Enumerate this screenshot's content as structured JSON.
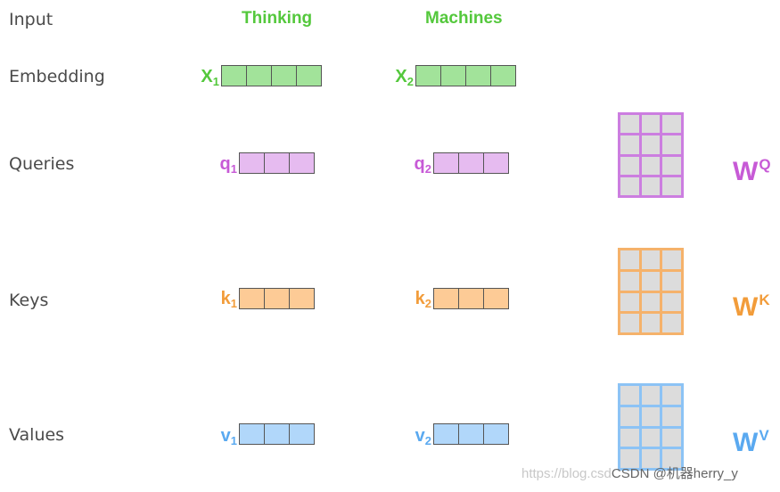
{
  "rows": {
    "input": "Input",
    "embedding": "Embedding",
    "queries": "Queries",
    "keys": "Keys",
    "values": "Values"
  },
  "words": [
    "Thinking",
    "Machines"
  ],
  "vectors": {
    "x1": {
      "base": "X",
      "sub": "1"
    },
    "x2": {
      "base": "X",
      "sub": "2"
    },
    "q1": {
      "base": "q",
      "sub": "1"
    },
    "q2": {
      "base": "q",
      "sub": "2"
    },
    "k1": {
      "base": "k",
      "sub": "1"
    },
    "k2": {
      "base": "k",
      "sub": "2"
    },
    "v1": {
      "base": "v",
      "sub": "1"
    },
    "v2": {
      "base": "v",
      "sub": "2"
    }
  },
  "weights": {
    "wq": {
      "base": "W",
      "sup": "Q"
    },
    "wk": {
      "base": "W",
      "sup": "K"
    },
    "wv": {
      "base": "W",
      "sup": "V"
    }
  },
  "colors": {
    "embedding": "#a2e39a",
    "embedding_text": "#54c83c",
    "query": "#e6bbf0",
    "query_text": "#c75ad6",
    "query_matrix_border": "#cc7ee0",
    "key": "#fdcb96",
    "key_text": "#f29c3a",
    "key_matrix_border": "#f5b26b",
    "value": "#b1d7fa",
    "value_text": "#5aa9f0",
    "value_matrix_border": "#8cc3f5"
  },
  "watermark": {
    "url": "https://blog.csd",
    "brand": "CSDN @机器herry_y"
  }
}
